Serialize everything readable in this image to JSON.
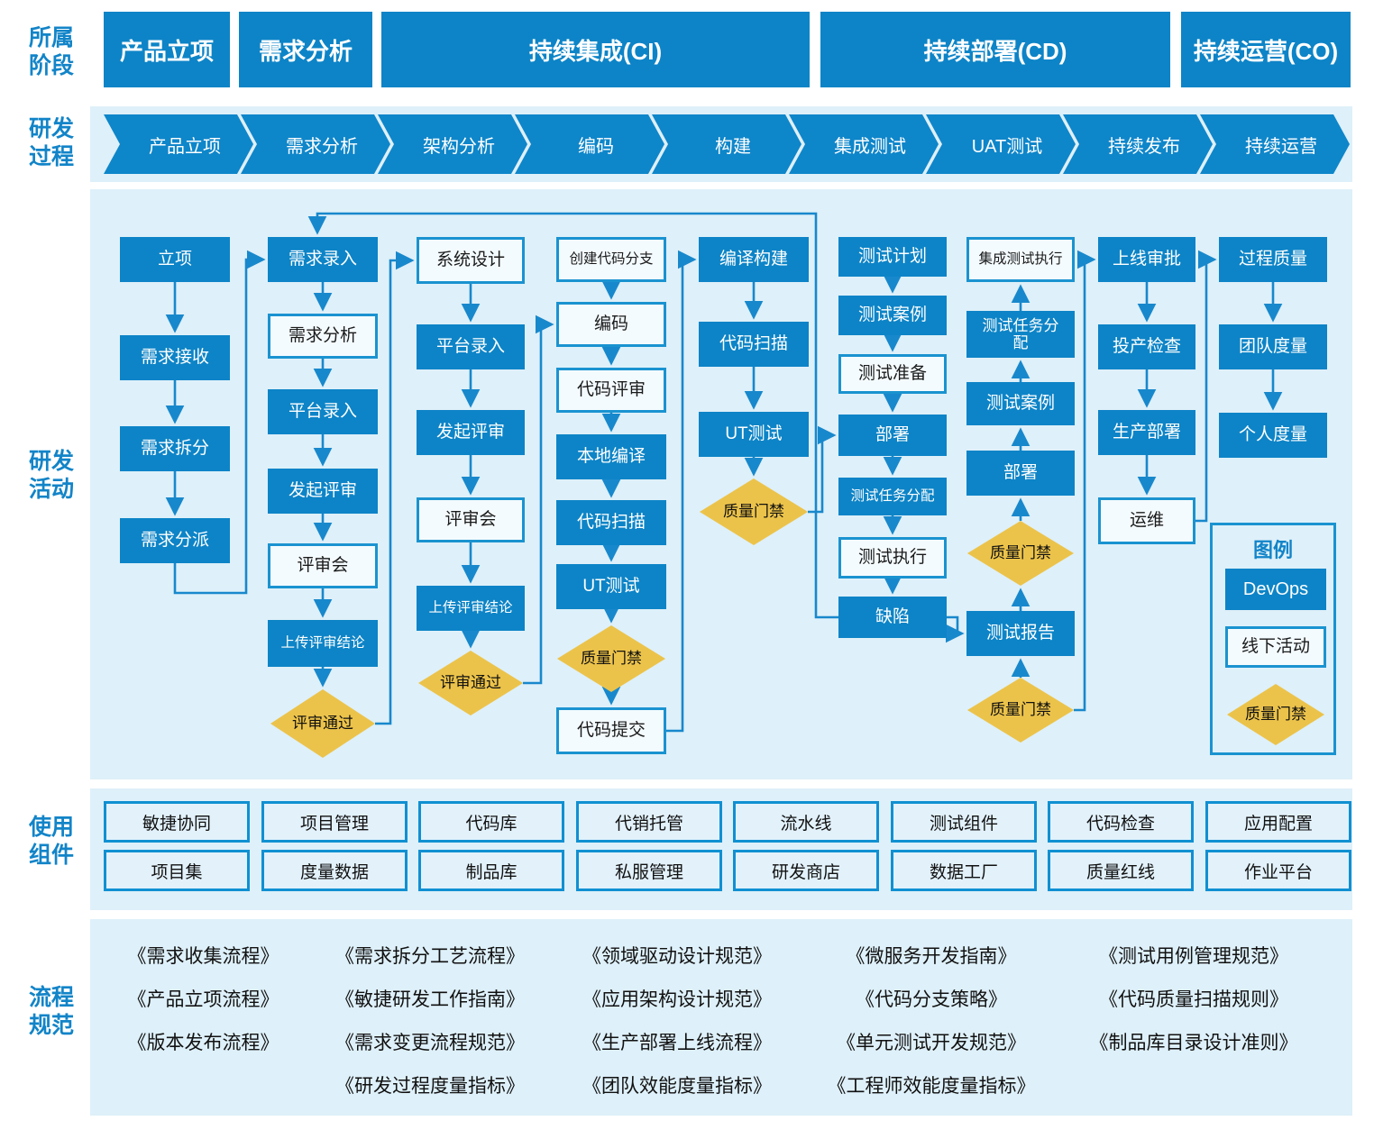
{
  "colors": {
    "solid_blue": "#0d84c7",
    "chevron_blue": "#0e86ca",
    "panel_light_blue": "#def0f9",
    "box_border_blue": "#1a93d0",
    "arrow_blue": "#1888cc",
    "gate_yellow": "#ecc34a",
    "label_blue": "#1284c8",
    "text_dark": "#1a1a1a"
  },
  "row_labels": {
    "phase": "所属\n阶段",
    "process": "研发\n过程",
    "activity": "研发\n活动",
    "components": "使用\n组件",
    "standards": "流程\n规范"
  },
  "phases": [
    "产品立项",
    "需求分析",
    "持续集成(CI)",
    "持续部署(CD)",
    "持续运营(CO)"
  ],
  "process_steps": [
    "产品立项",
    "需求分析",
    "架构分析",
    "编码",
    "构建",
    "集成测试",
    "UAT测试",
    "持续发布",
    "持续运营"
  ],
  "activities": {
    "c1": [
      "立项",
      "需求接收",
      "需求拆分",
      "需求分派"
    ],
    "c2": [
      "需求录入",
      "需求分析",
      "平台录入",
      "发起评审",
      "评审会",
      "上传评审结论",
      "评审通过"
    ],
    "c3": [
      "系统设计",
      "平台录入",
      "发起评审",
      "评审会",
      "上传评审结论",
      "评审通过"
    ],
    "c4": [
      "创建代码分支",
      "编码",
      "代码评审",
      "本地编译",
      "代码扫描",
      "UT测试",
      "质量门禁",
      "代码提交"
    ],
    "c5": [
      "编译构建",
      "代码扫描",
      "UT测试",
      "质量门禁"
    ],
    "c6": [
      "测试计划",
      "测试案例",
      "测试准备",
      "部署",
      "测试任务分配",
      "测试执行",
      "缺陷"
    ],
    "c7": [
      "集成测试执行",
      "测试任务分配",
      "测试案例",
      "部署",
      "质量门禁",
      "测试报告",
      "质量门禁"
    ],
    "c8": [
      "上线审批",
      "投产检查",
      "生产部署",
      "运维"
    ],
    "c9": [
      "过程质量",
      "团队度量",
      "个人度量"
    ]
  },
  "legend": {
    "title": "图例",
    "devops": "DevOps",
    "offline": "线下活动",
    "gate": "质量门禁"
  },
  "components": {
    "row1": [
      "敏捷协同",
      "项目管理",
      "代码库",
      "代销托管",
      "流水线",
      "测试组件",
      "代码检查",
      "应用配置"
    ],
    "row2": [
      "项目集",
      "度量数据",
      "制品库",
      "私服管理",
      "研发商店",
      "数据工厂",
      "质量红线",
      "作业平台"
    ]
  },
  "standards": {
    "col1": [
      "《需求收集流程》",
      "《产品立项流程》",
      "《版本发布流程》"
    ],
    "col2": [
      "《需求拆分工艺流程》",
      "《敏捷研发工作指南》",
      "《需求变更流程规范》",
      "《研发过程度量指标》"
    ],
    "col3": [
      "《领域驱动设计规范》",
      "《应用架构设计规范》",
      "《生产部署上线流程》",
      "《团队效能度量指标》"
    ],
    "col4": [
      "《微服务开发指南》",
      "《代码分支策略》",
      "《单元测试开发规范》",
      "《工程师效能度量指标》"
    ],
    "col5": [
      "《测试用例管理规范》",
      "《代码质量扫描规则》",
      "《制品库目录设计准则》"
    ]
  }
}
